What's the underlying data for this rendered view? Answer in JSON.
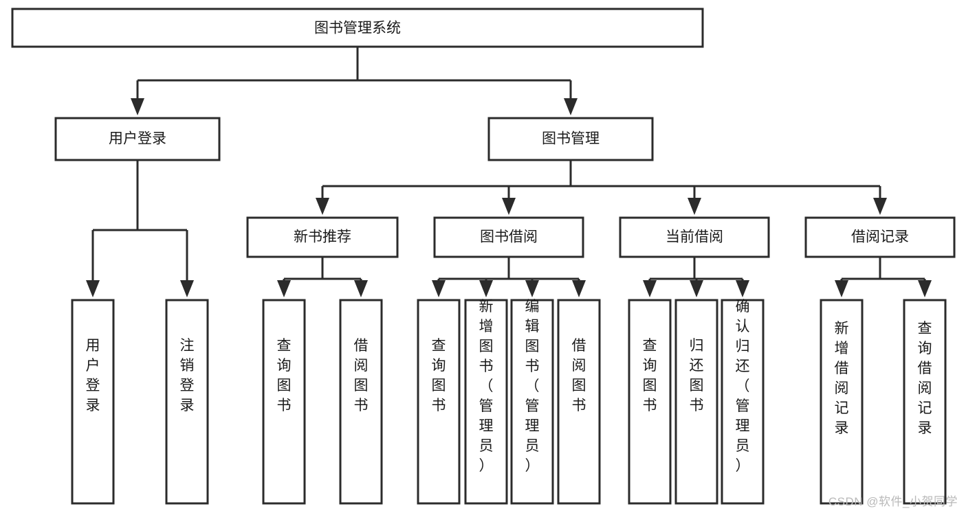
{
  "diagram": {
    "type": "tree",
    "title_node": "图书管理系统",
    "watermark": "CSDN @软件_小贺同学",
    "colors": {
      "background": "#ffffff",
      "box_stroke": "#2b2b2b",
      "box_fill": "#ffffff",
      "connector": "#2b2b2b",
      "text": "#1a1a1a",
      "watermark": "#b9b9b9"
    },
    "levels": {
      "root": {
        "label": "图书管理系统"
      },
      "level2": [
        {
          "label": "用户登录"
        },
        {
          "label": "图书管理"
        }
      ],
      "level3": [
        {
          "label": "新书推荐"
        },
        {
          "label": "图书借阅"
        },
        {
          "label": "当前借阅"
        },
        {
          "label": "借阅记录"
        }
      ],
      "leaves": {
        "user_login": [
          {
            "label": "用户登录"
          },
          {
            "label": "注销登录"
          }
        ],
        "new_book_recommend": [
          {
            "label": "查询图书"
          },
          {
            "label": "借阅图书"
          }
        ],
        "book_borrow": [
          {
            "label": "查询图书"
          },
          {
            "label": "新增图书（管理员）"
          },
          {
            "label": "编辑图书（管理员）"
          },
          {
            "label": "借阅图书"
          }
        ],
        "current_borrow": [
          {
            "label": "查询图书"
          },
          {
            "label": "归还图书"
          },
          {
            "label": "确认归还（管理员）"
          }
        ],
        "borrow_records": [
          {
            "label": "新增借阅记录"
          },
          {
            "label": "查询借阅记录"
          }
        ]
      }
    },
    "edges": [
      {
        "from": "图书管理系统",
        "to": "用户登录"
      },
      {
        "from": "图书管理系统",
        "to": "图书管理"
      },
      {
        "from": "用户登录",
        "to": "用户登录"
      },
      {
        "from": "用户登录",
        "to": "注销登录"
      },
      {
        "from": "图书管理",
        "to": "新书推荐"
      },
      {
        "from": "图书管理",
        "to": "图书借阅"
      },
      {
        "from": "图书管理",
        "to": "当前借阅"
      },
      {
        "from": "图书管理",
        "to": "借阅记录"
      },
      {
        "from": "新书推荐",
        "to": "查询图书"
      },
      {
        "from": "新书推荐",
        "to": "借阅图书"
      },
      {
        "from": "图书借阅",
        "to": "查询图书"
      },
      {
        "from": "图书借阅",
        "to": "新增图书（管理员）"
      },
      {
        "from": "图书借阅",
        "to": "编辑图书（管理员）"
      },
      {
        "from": "图书借阅",
        "to": "借阅图书"
      },
      {
        "from": "当前借阅",
        "to": "查询图书"
      },
      {
        "from": "当前借阅",
        "to": "归还图书"
      },
      {
        "from": "当前借阅",
        "to": "确认归还（管理员）"
      },
      {
        "from": "借阅记录",
        "to": "新增借阅记录"
      },
      {
        "from": "借阅记录",
        "to": "查询借阅记录"
      }
    ]
  }
}
